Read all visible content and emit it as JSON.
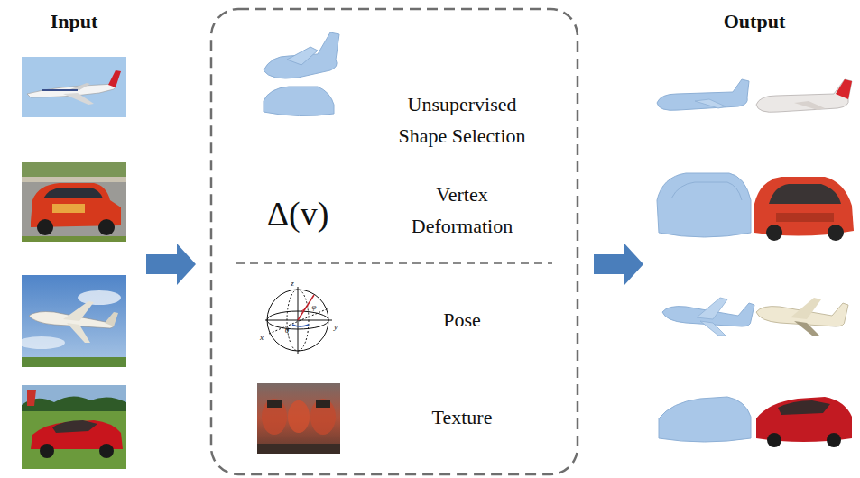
{
  "diagram": {
    "labels": [
      "Input",
      "Output",
      "Unsupervised Shape Selection",
      "Δ(v)",
      "Vertex Deformation",
      "Pose",
      "Texture",
      "z",
      "x",
      "y",
      "θ",
      "φ"
    ]
  }
}
